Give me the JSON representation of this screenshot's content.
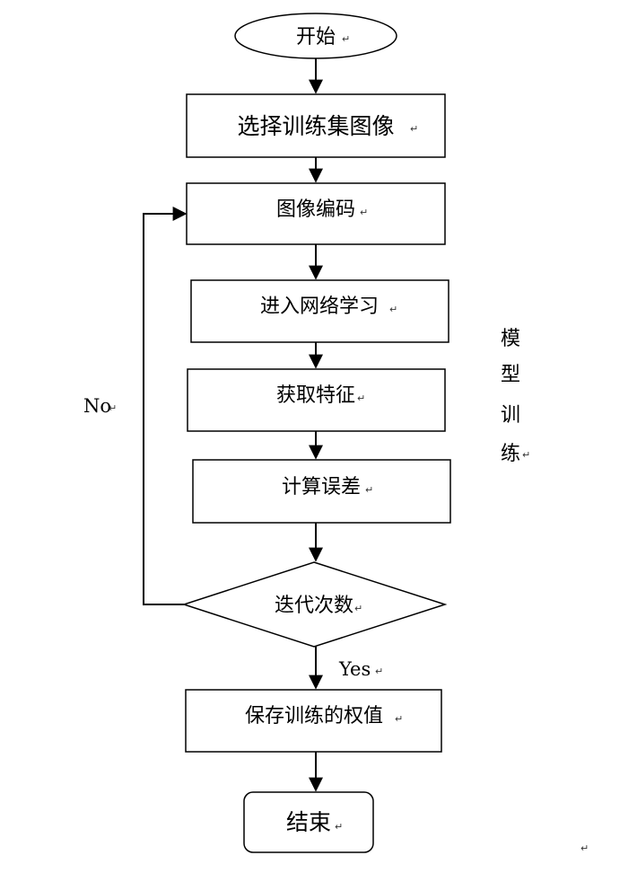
{
  "nodes": {
    "start": "开始",
    "select_images": "选择训练集图像",
    "encode": "图像编码",
    "network": "进入网络学习",
    "features": "获取特征",
    "error": "计算误差",
    "iterations": "迭代次数",
    "save": "保存训练的权值",
    "end": "结束"
  },
  "labels": {
    "no": "No",
    "yes": "Yes"
  },
  "side_label": [
    "模",
    "型",
    "训",
    "练"
  ],
  "paragraph_mark": "↵"
}
